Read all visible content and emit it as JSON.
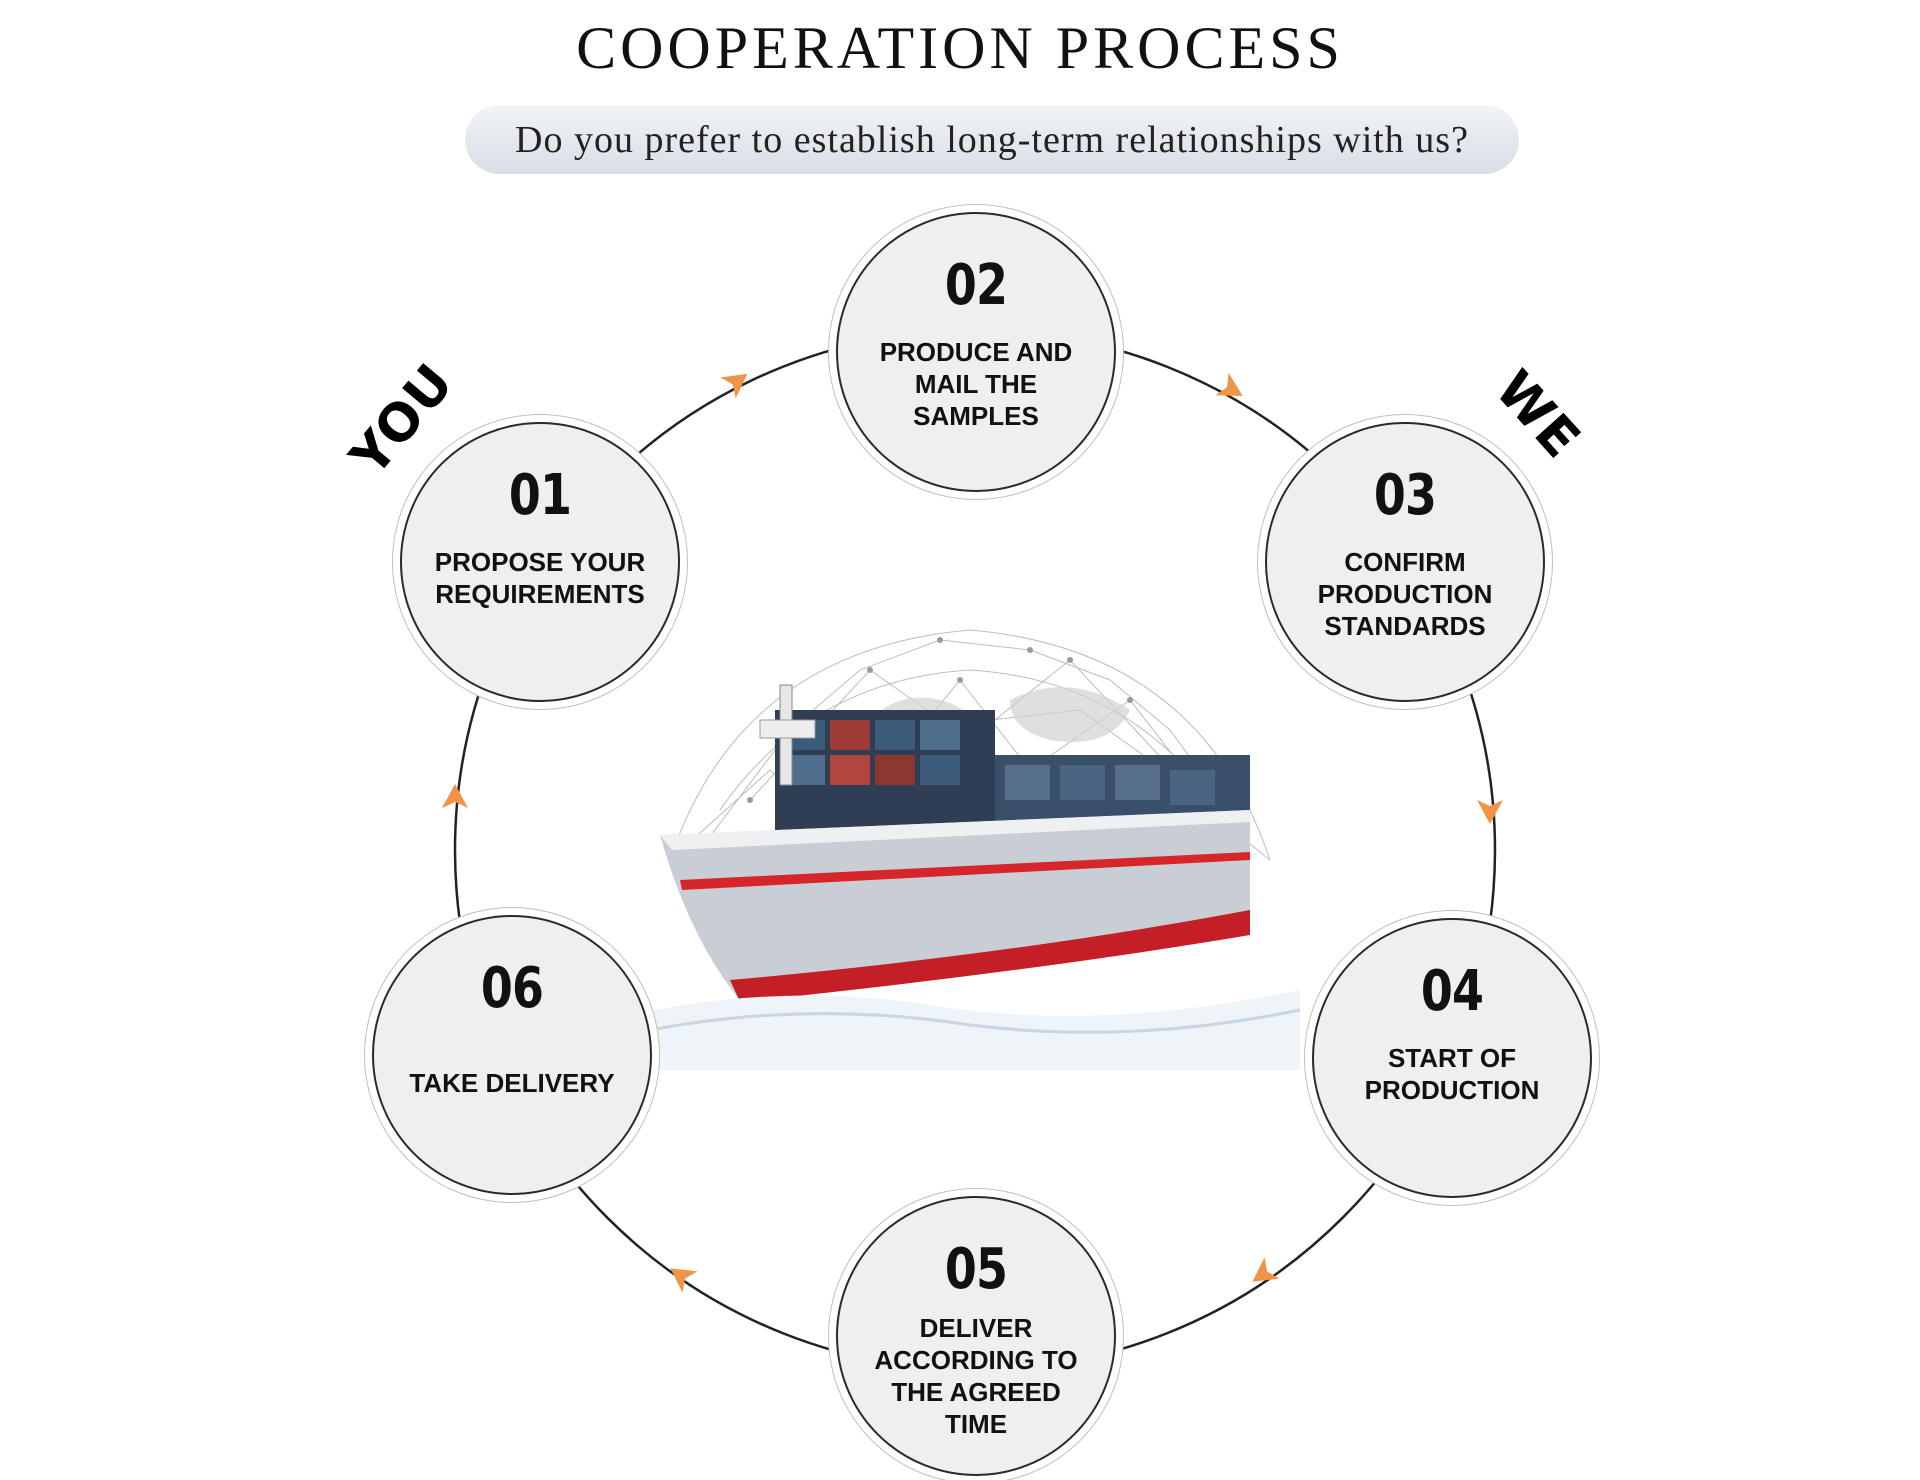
{
  "header": {
    "title": "COOPERATION PROCESS",
    "subtitle": "Do you prefer to establish long-term relationships with us?"
  },
  "sides": {
    "left": "YOU",
    "right": "WE"
  },
  "steps": [
    {
      "number": "01",
      "label": "PROPOSE YOUR REQUIREMENTS"
    },
    {
      "number": "02",
      "label": "PRODUCE AND MAIL THE SAMPLES"
    },
    {
      "number": "03",
      "label": "CONFIRM PRODUCTION STANDARDS"
    },
    {
      "number": "04",
      "label": "START OF PRODUCTION"
    },
    {
      "number": "05",
      "label": "DELIVER ACCORDING TO THE AGREED TIME"
    },
    {
      "number": "06",
      "label": "TAKE DELIVERY"
    }
  ],
  "colors": {
    "arrow": "#f0944a",
    "circle_fill": "#efefed",
    "ship_hull": "#c9ced4",
    "ship_stripe": "#d6262b"
  },
  "image": {
    "subject": "container ship with world network globe"
  }
}
